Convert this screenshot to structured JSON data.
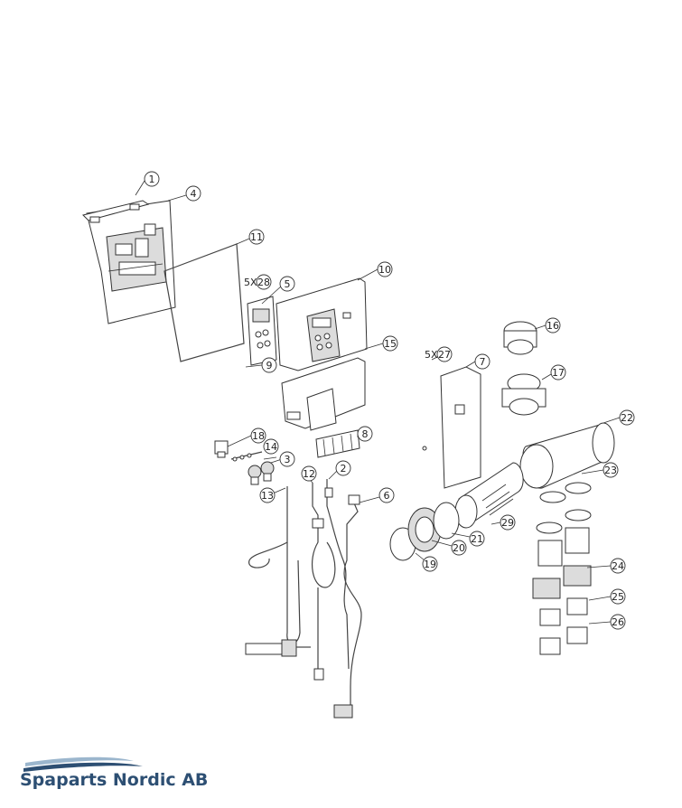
{
  "brand": {
    "company_name": "Spaparts Nordic AB",
    "color": "#2d4f73",
    "wave_color": "#9bb6cd"
  },
  "quantity_labels": {
    "q28": "5X",
    "q27": "5X"
  },
  "callouts": [
    "1",
    "2",
    "3",
    "4",
    "5",
    "6",
    "7",
    "8",
    "9",
    "10",
    "11",
    "12",
    "13",
    "14",
    "15",
    "16",
    "17",
    "18",
    "19",
    "20",
    "21",
    "22",
    "23",
    "24",
    "25",
    "26",
    "27",
    "28",
    "29"
  ]
}
